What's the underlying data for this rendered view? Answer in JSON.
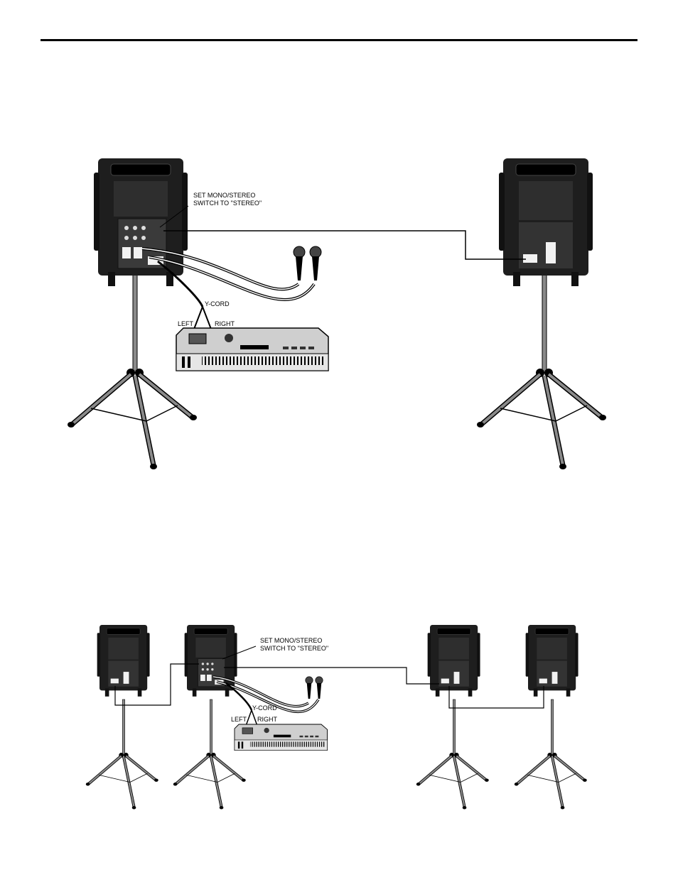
{
  "colors": {
    "ink": "#000000",
    "speaker": "#1e1e1e",
    "panel": "#2b2b2b",
    "stand": "#8a8a8a",
    "keyboard": "#cfcfcf",
    "paper": "#ffffff"
  },
  "diagram1": {
    "switch_label_line1": "SET MONO/STEREO",
    "switch_label_line2": "SWITCH TO \"STEREO\"",
    "ycord_label": "Y-CORD",
    "left_label": "LEFT",
    "right_label": "RIGHT"
  },
  "diagram2": {
    "switch_label_line1": "SET MONO/STEREO",
    "switch_label_line2": "SWITCH TO \"STEREO\"",
    "ycord_label": "Y-CORD",
    "left_label": "LEFT",
    "right_label": "RIGHT"
  }
}
